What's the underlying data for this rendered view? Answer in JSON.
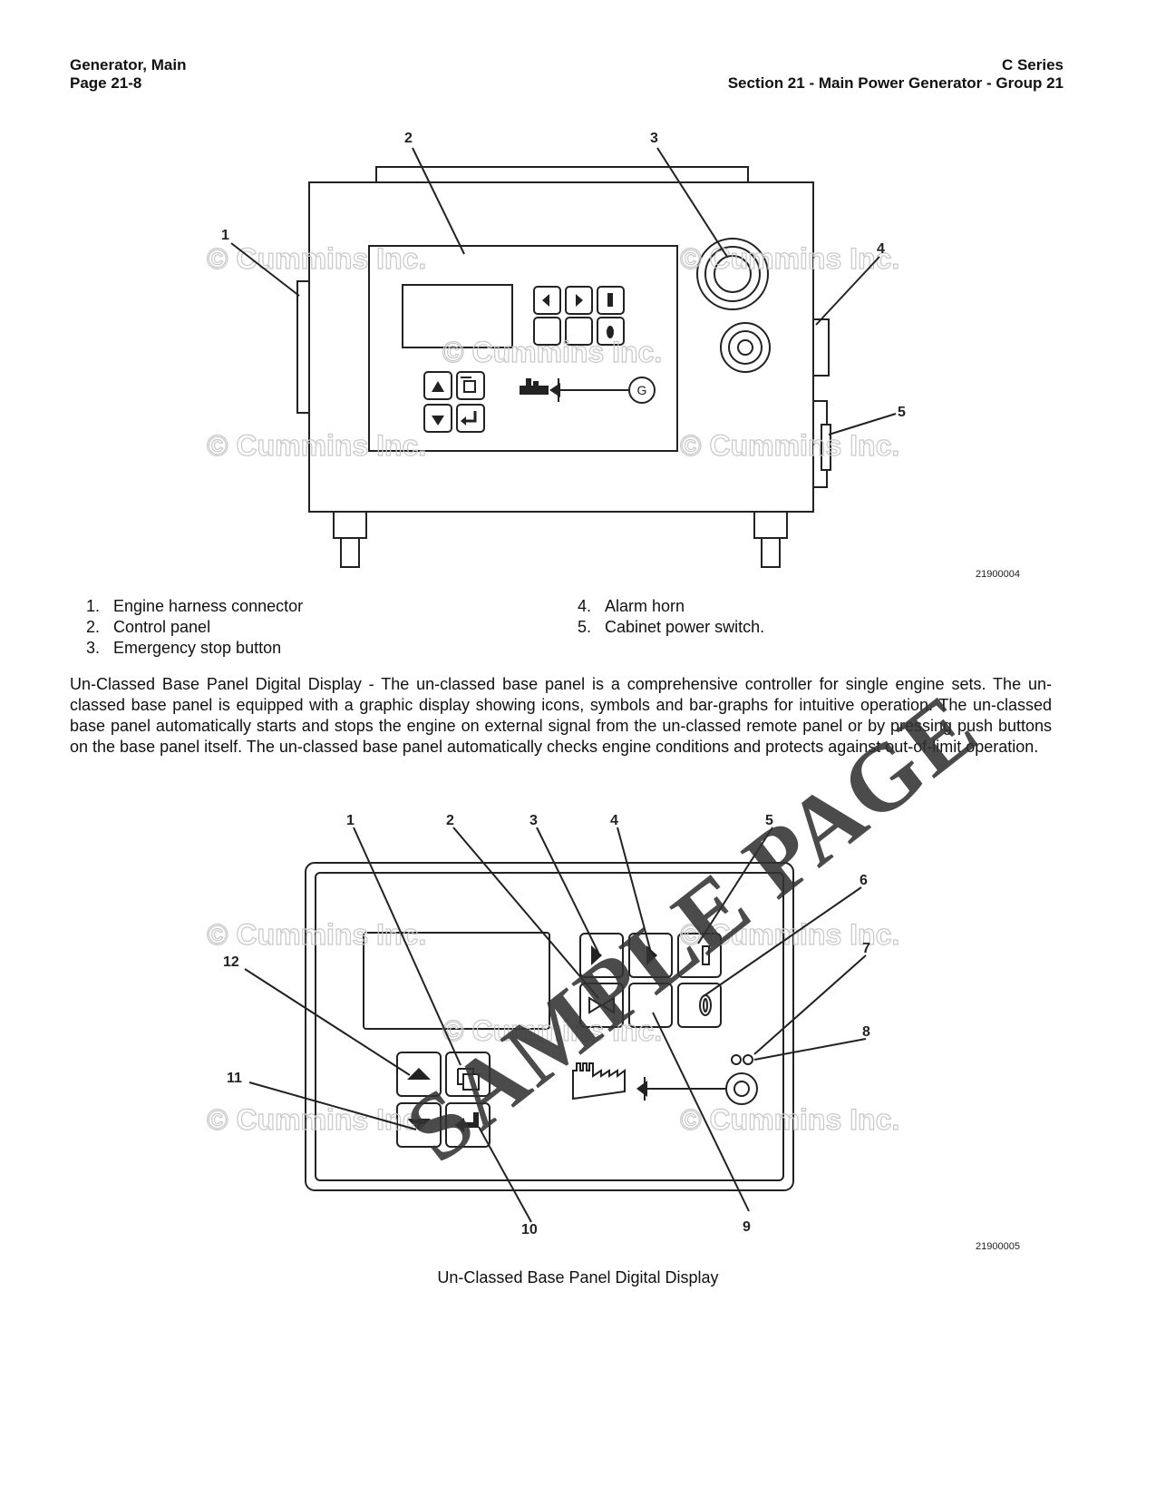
{
  "header": {
    "left_line1": "Generator, Main",
    "left_line2": "Page 21-8",
    "right_line1": "C Series",
    "right_line2": "Section 21 - Main Power Generator - Group 21"
  },
  "watermark": "© Cummins Inc.",
  "figure1": {
    "id": "21900004",
    "callouts": [
      "1",
      "2",
      "3",
      "4",
      "5"
    ],
    "generator_symbol": "G"
  },
  "legend1": [
    {
      "num": "1.",
      "label": "Engine harness connector"
    },
    {
      "num": "2.",
      "label": "Control panel"
    },
    {
      "num": "3.",
      "label": "Emergency stop button"
    },
    {
      "num": "4.",
      "label": "Alarm horn"
    },
    {
      "num": "5.",
      "label": "Cabinet power switch."
    }
  ],
  "paragraph": "Un-Classed Base Panel Digital Display - The un-classed base panel is a comprehensive controller for single engine sets. The un-classed base panel is equipped with a graphic display showing icons, symbols and bar-graphs for intuitive operation. The un-classed base panel automatically starts and stops the engine on external signal from the un-classed remote panel or by pressing push buttons on the base panel itself. The un-classed base panel automatically checks engine conditions and protects against out-of-limit operation.",
  "figure2": {
    "id": "21900005",
    "callouts": [
      "1",
      "2",
      "3",
      "4",
      "5",
      "6",
      "7",
      "8",
      "9",
      "10",
      "11",
      "12"
    ],
    "caption": "Un-Classed Base Panel Digital Display"
  },
  "stamp": "SAMPLE PAGE"
}
